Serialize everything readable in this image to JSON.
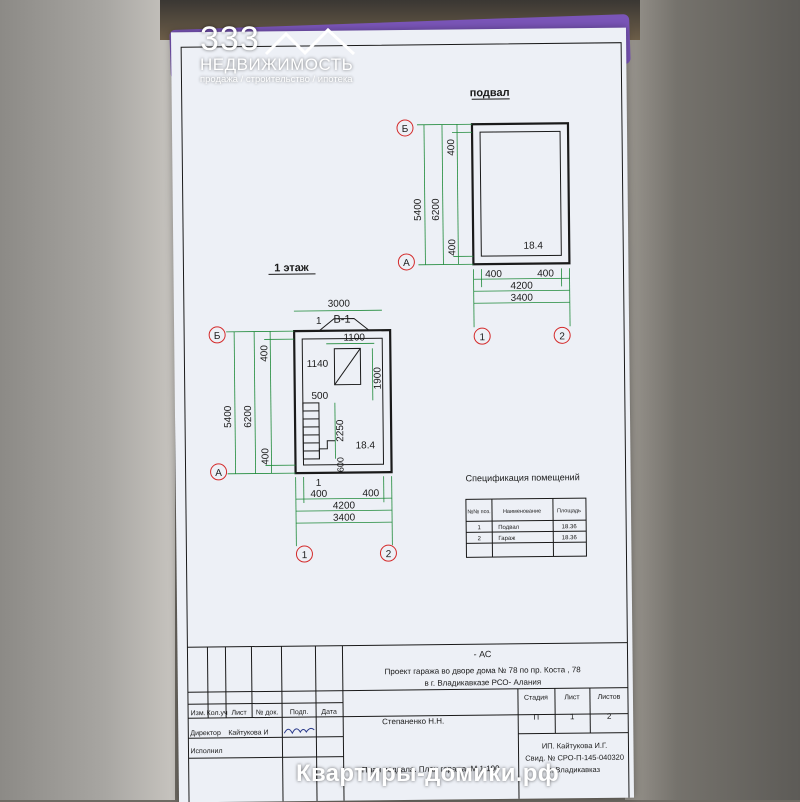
{
  "watermark": {
    "logo_number": "333",
    "logo_name": "НЕДВИЖИМОСТЬ",
    "logo_tagline": "продажа / строительство / ипотека",
    "bottom": "Квартиры-домики.рф"
  },
  "basement": {
    "title": "подвал",
    "area": "18.4",
    "axis_b": "Б",
    "axis_a": "А",
    "axis_1": "1",
    "axis_2": "2",
    "dim_v_top": "400",
    "dim_v_mid": "5400",
    "dim_v_total": "6200",
    "dim_v_bot": "400",
    "dim_h_left": "400",
    "dim_h_right": "400",
    "dim_h_mid": "4200",
    "dim_h_total": "3400"
  },
  "floor1": {
    "title": "1 этаж",
    "gate": "В-1",
    "dim_top": "3000",
    "section_mark": "1",
    "dim_1100": "1100",
    "dim_1140": "1140",
    "dim_1900": "1900",
    "dim_500": "500",
    "dim_2250": "2250",
    "dim_600": "600",
    "area": "18.4",
    "axis_b": "Б",
    "axis_a": "А",
    "axis_1": "1",
    "axis_2": "2",
    "dim_v_top": "400",
    "dim_v_mid": "5400",
    "dim_v_total": "6200",
    "dim_v_bot": "400",
    "dim_h_left": "400",
    "dim_h_right": "400",
    "dim_h_mid": "4200",
    "dim_h_total": "3400"
  },
  "spec": {
    "title": "Спецификация помещений",
    "headers": [
      "№№ поз.",
      "Наименование",
      "Площадь"
    ],
    "rows": [
      [
        "1",
        "Подвал",
        "18.36"
      ],
      [
        "2",
        "Гараж",
        "18.36"
      ]
    ]
  },
  "stamp": {
    "code": "- АС",
    "project_line1": "Проект гаража во дворе дома № 78 по пр. Коста , 78",
    "project_line2": "в г. Владикавказе РСО- Алания",
    "col_izm": "Изм.",
    "col_kol": "Кол.уч",
    "col_list": "Лист",
    "col_doc": "№ док.",
    "col_sign": "Подп.",
    "col_date": "Дата",
    "person": "Степаненко Н.Н.",
    "hdr_stage": "Стадия",
    "hdr_sheet": "Лист",
    "hdr_sheets": "Листов",
    "stage": "П",
    "sheet": "1",
    "sheets": "2",
    "role1": "Директор",
    "name1": "Кайтукова И",
    "role2": "Исполнил",
    "drawing_name": "План подвала. План гаража. М 1:100",
    "org_line1": "ИП. Кайтукова И.Г.",
    "org_line2": "Свид. № СРО-П-145-040320",
    "org_line3": "г. Владикавказ"
  }
}
